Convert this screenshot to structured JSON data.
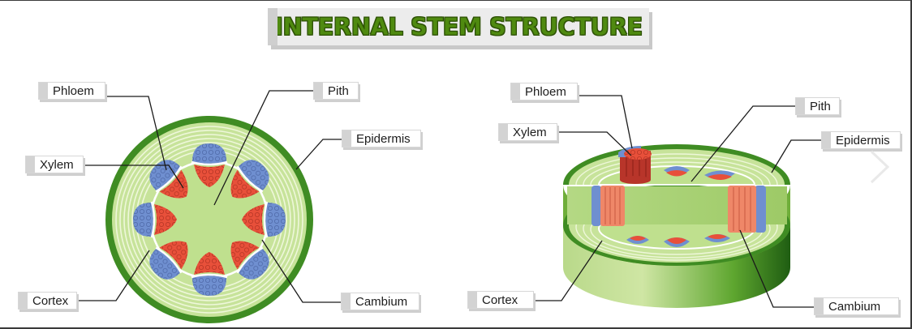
{
  "title": "INTERNAL STEM STRUCTURE",
  "labels": {
    "left_phloem": "Phloem",
    "left_xylem": "Xylem",
    "left_pith": "Pith",
    "left_epidermis": "Epidermis",
    "left_cortex": "Cortex",
    "left_cambium": "Cambium",
    "right_phloem": "Phloem",
    "right_xylem": "Xylem",
    "right_pith": "Pith",
    "right_epidermis": "Epidermis",
    "right_cortex": "Cortex",
    "right_cambium": "Cambium"
  },
  "colors": {
    "epidermis": "#3f8c23",
    "cortex": "#c7e39a",
    "cortex_rings": "#eef7da",
    "pith": "#bfe08e",
    "xylem": "#e8503a",
    "phloem": "#6f8fd0",
    "title": "#4f8a10"
  },
  "icons": {
    "next": "chevron-right-icon"
  }
}
